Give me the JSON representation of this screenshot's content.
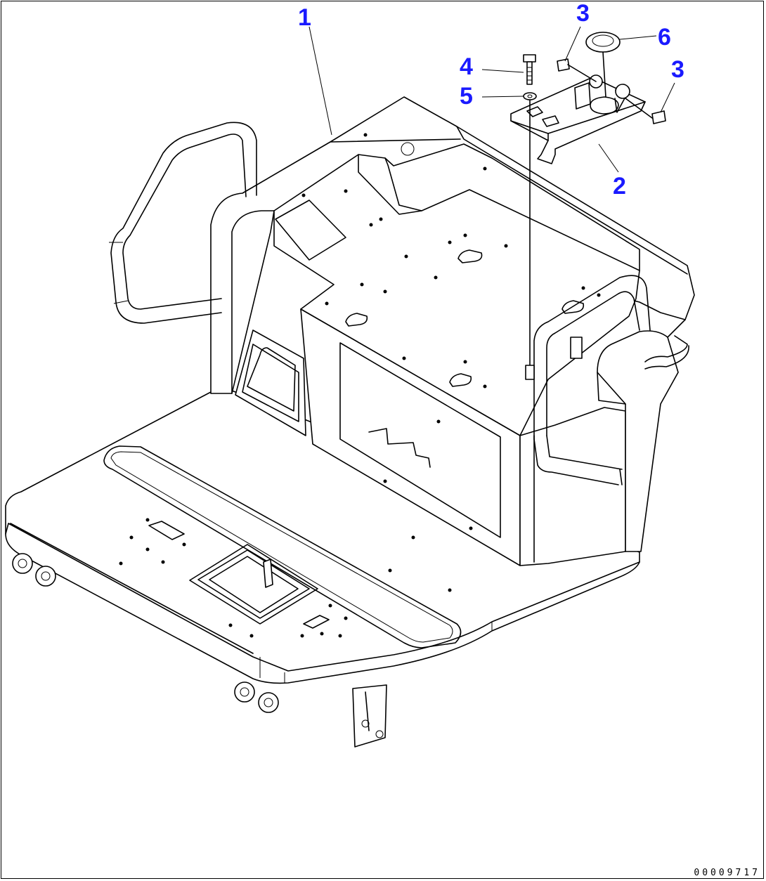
{
  "callouts": {
    "c1": "1",
    "c2": "2",
    "c3a": "3",
    "c3b": "3",
    "c4": "4",
    "c5": "5",
    "c6": "6"
  },
  "doc_number": "00009717",
  "colors": {
    "callout": "#1a1aff",
    "line": "#000000",
    "background": "#ffffff"
  }
}
